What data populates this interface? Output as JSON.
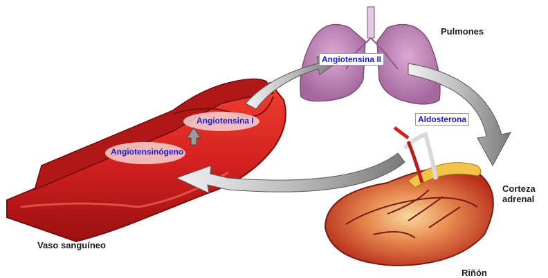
{
  "labels": {
    "lungs": "Pulmones",
    "adrenal_cortex_line1": "Corteza",
    "adrenal_cortex_line2": "adrenal",
    "blood_vessel": "Vaso sanguíneo",
    "kidney": "Riñón"
  },
  "hormones": {
    "angiotensinogen": "Angiotensinógeno",
    "angiotensin_1": "Angiotensina I",
    "angiotensin_2": "Angiotensina II",
    "aldosterone": "Aldosterona"
  },
  "colors": {
    "hormone_text": "#1a1ad8",
    "vessel": "#d42020",
    "vessel_dark": "#8e0f0f",
    "lungs": "#c58fbf",
    "kidney": "#c8321e",
    "arrow": "#8c8c8c"
  }
}
